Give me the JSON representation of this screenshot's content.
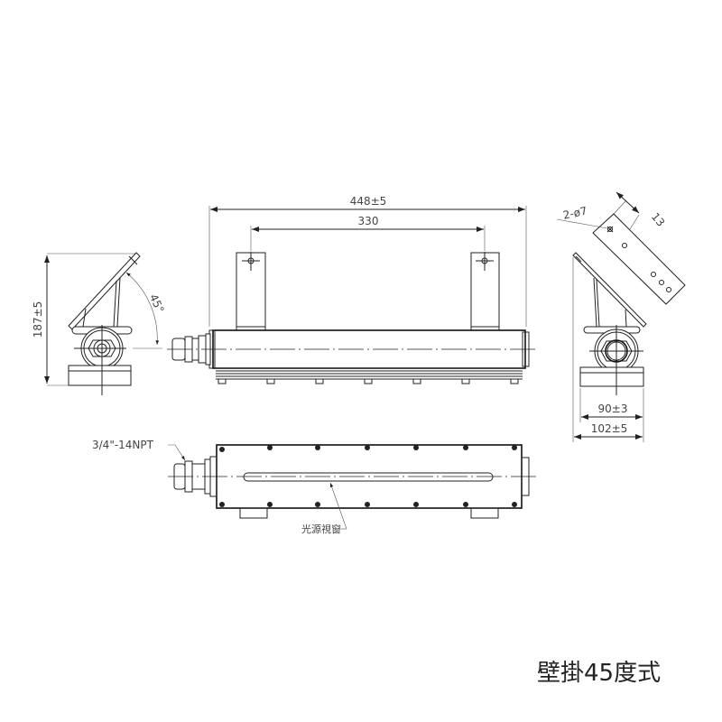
{
  "drawing": {
    "title": "壁掛45度式",
    "front_view": {
      "overall_length": "448±5",
      "bracket_spacing": "330"
    },
    "left_view": {
      "height": "187±5",
      "angle": "45°"
    },
    "right_view": {
      "holes": "2-ø7",
      "hole_offset": "13",
      "base_width": "90±3",
      "overall_width": "102±5"
    },
    "top_view": {
      "conduit_thread": "3/4\"-14NPT",
      "window_label": "光源視窗"
    }
  }
}
